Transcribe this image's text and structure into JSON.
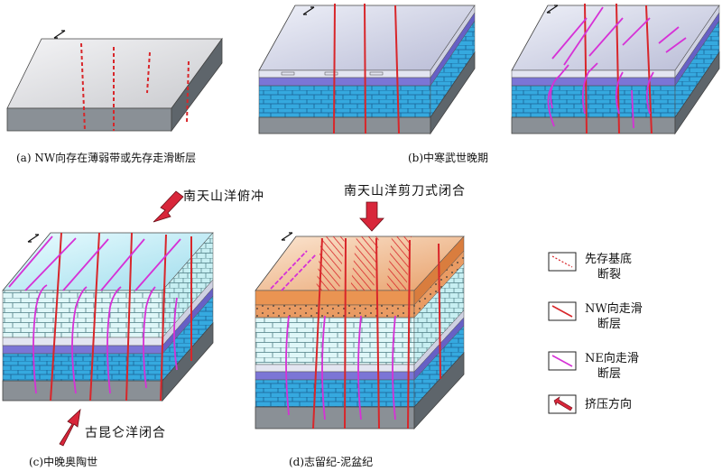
{
  "captions": {
    "a": "(a) NW向存在薄弱带或先存走滑断层",
    "b": "(b)中寒武世晚期",
    "c": "(c)中晚奥陶世",
    "d": "(d)志留纪-泥盆纪"
  },
  "annotations": {
    "south_tianshan_subduction": "南天山洋俯冲",
    "south_tianshan_scissor": "南天山洋剪刀式闭合",
    "paleo_kunlun_closure": "古昆仑洋闭合"
  },
  "north_arrow_symbol": "N",
  "legend": [
    {
      "id": "preexisting",
      "line1": "先存基底",
      "line2": "断裂",
      "color": "#d8262a",
      "style": "dashed"
    },
    {
      "id": "nw",
      "line1": "NW向走滑",
      "line2": "断层",
      "color": "#d8262a",
      "style": "solid"
    },
    {
      "id": "ne",
      "line1": "NE向走滑",
      "line2": "断层",
      "color": "#d631d6",
      "style": "solid"
    },
    {
      "id": "compress",
      "line1": "挤压方向",
      "line2": "",
      "color": "#d8263a",
      "style": "arrow"
    }
  ],
  "colors": {
    "nw_fault": "#d8262a",
    "ne_fault": "#d631d6",
    "arrow": "#d8263a"
  }
}
